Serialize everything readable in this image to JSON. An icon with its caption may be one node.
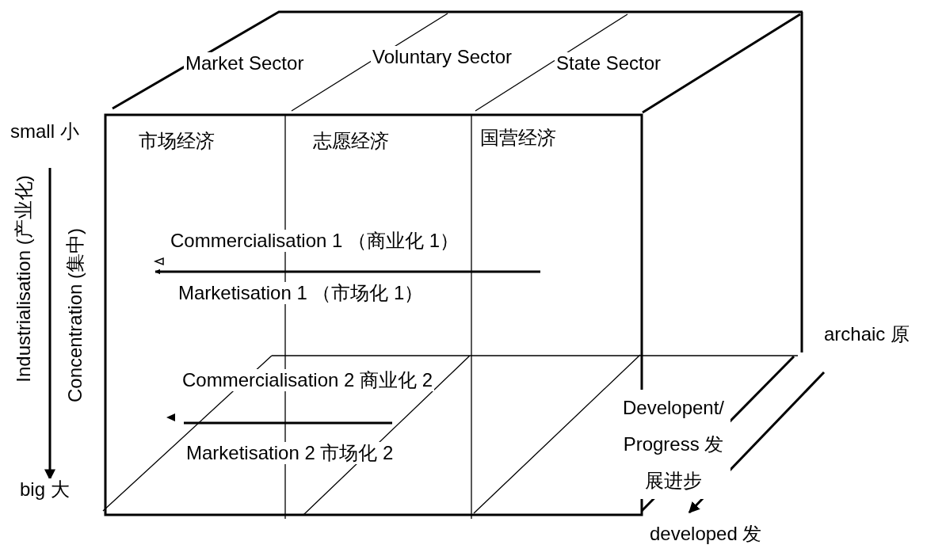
{
  "diagram": {
    "labels": [
      "Market Sector",
      "Voluntary Sector",
      "State Sector",
      "small 小",
      "市场经济",
      "志愿经济",
      "国营经济",
      "Industrialisation (产业化)",
      "Concentration (集中)",
      "Commercialisation 1 （商业化 1）",
      "Marketisation 1 （市场化 1）",
      "archaic 原",
      "Commercialisation 2 商业化 2",
      "Developent/ Progress 发展进步",
      "Marketisation 2 市场化 2",
      "big 大",
      "developed 发"
    ]
  }
}
